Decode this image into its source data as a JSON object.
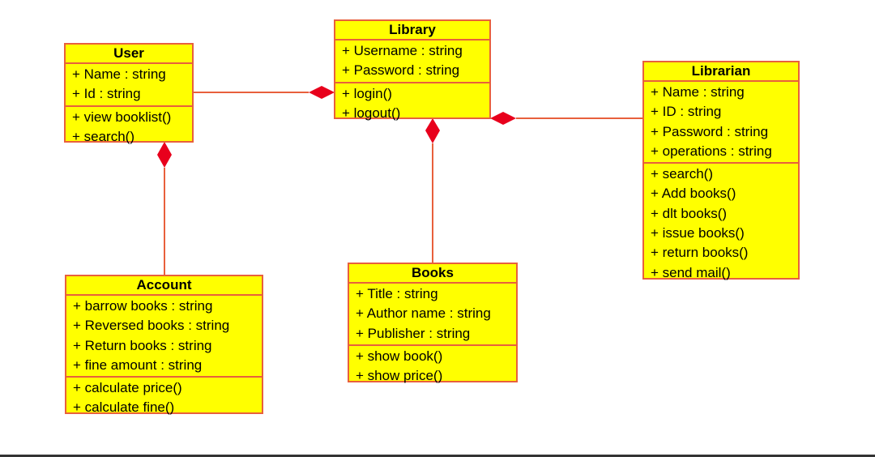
{
  "colors": {
    "fill": "#ffff00",
    "border": "#e8603c",
    "connector": "#e8603c",
    "diamond": "#e8001c"
  },
  "classes": {
    "user": {
      "name": "User",
      "attributes": [
        "+ Name : string",
        "+ Id : string"
      ],
      "methods": [
        "+ view booklist()",
        "+ search()"
      ]
    },
    "library": {
      "name": "Library",
      "attributes": [
        "+ Username : string",
        "+ Password : string"
      ],
      "methods": [
        "+ login()",
        "+ logout()"
      ]
    },
    "librarian": {
      "name": "Librarian",
      "attributes": [
        "+ Name : string",
        "+ ID : string",
        "+ Password : string",
        "+ operations : string"
      ],
      "methods": [
        "+ search()",
        "+ Add books()",
        "+ dlt books()",
        "+ issue books()",
        "+ return books()",
        "+ send mail()"
      ]
    },
    "account": {
      "name": "Account",
      "attributes": [
        "+ barrow books : string",
        "+ Reversed books : string",
        "+ Return books : string",
        "+ fine amount : string"
      ],
      "methods": [
        "+ calculate price()",
        "+ calculate fine()"
      ]
    },
    "books": {
      "name": "Books",
      "attributes": [
        "+ Title : string",
        "+ Author name : string",
        "+ Publisher : string"
      ],
      "methods": [
        "+ show book()",
        "+ show price()"
      ]
    }
  },
  "relationships": [
    {
      "type": "composition",
      "whole": "library",
      "part": "user"
    },
    {
      "type": "composition",
      "whole": "library",
      "part": "librarian"
    },
    {
      "type": "composition",
      "whole": "library",
      "part": "books"
    },
    {
      "type": "composition",
      "whole": "user",
      "part": "account"
    }
  ]
}
